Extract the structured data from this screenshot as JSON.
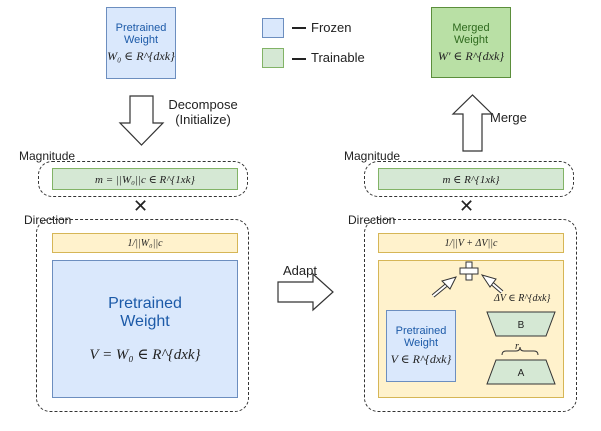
{
  "left": {
    "pretrained": {
      "title_line1": "Pretrained",
      "title_line2": "Weight",
      "formula": "W₀ ∈ R^{dxk}"
    },
    "decompose": {
      "line1": "Decompose",
      "line2": "(Initialize)"
    },
    "magnitude": {
      "label": "Magnitude",
      "formula": "m = ||W₀||c ∈ R^{1xk}"
    },
    "direction": {
      "label": "Direction",
      "norm": "1/||W₀||c",
      "big_title_line1": "Pretrained",
      "big_title_line2": "Weight",
      "big_formula": "V = W₀ ∈ R^{dxk}"
    }
  },
  "legend": {
    "frozen": "Frozen",
    "trainable": "Trainable"
  },
  "adapt_label": "Adapt",
  "right": {
    "merged": {
      "title_line1": "Merged",
      "title_line2": "Weight",
      "formula": "W′ ∈ R^{dxk}"
    },
    "merge_label": "Merge",
    "magnitude": {
      "label": "Magnitude",
      "formula": "m ∈ R^{1xk}"
    },
    "direction": {
      "label": "Direction",
      "norm": "1/||V + ΔV||c",
      "inner_title_line1": "Pretrained",
      "inner_title_line2": "Weight",
      "inner_formula": "V ∈ R^{dxk}",
      "delta_label": "ΔV ∈ R^{dxk}",
      "b_label": "B",
      "a_label": "A",
      "rank_label": "r"
    }
  },
  "colors": {
    "frozen_fill": "#dae8fc",
    "trainable_fill": "#d5e8d4",
    "norm_fill": "#fff2cc",
    "merged_fill": "#b9e0a5"
  }
}
